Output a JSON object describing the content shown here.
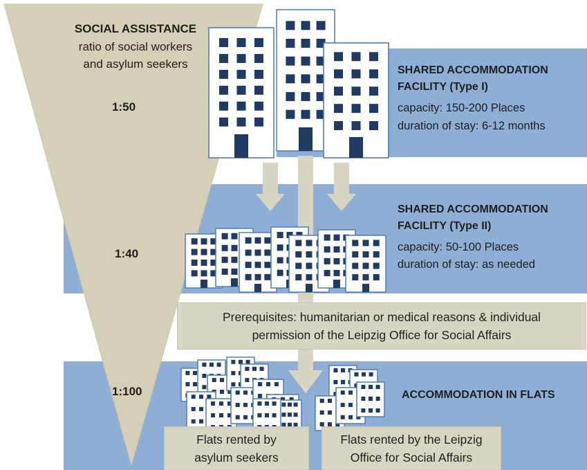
{
  "colors": {
    "band_blue": "#8eaed6",
    "beige": "#d9d5c3",
    "funnel": "#d4cfb6",
    "building_fill": "#ffffff",
    "building_stroke": "#4a7bbf",
    "window": "#1f3b63",
    "arrow": "#d9d5c3"
  },
  "funnel": {
    "title": "SOCIAL ASSISTANCE",
    "subtitle_lines": [
      "ratio of social workers",
      "and asylum seekers"
    ]
  },
  "levels": [
    {
      "ratio": "1:50",
      "title_lines": [
        "SHARED ACCOMMODATION",
        "FACILITY (Type I)"
      ],
      "detail_lines": [
        "capacity: 150-200 Places",
        "duration of stay: 6-12 months"
      ],
      "icon": "large-building-icon"
    },
    {
      "ratio": "1:40",
      "title_lines": [
        "SHARED ACCOMMODATION",
        "FACILITY (Type II)"
      ],
      "detail_lines": [
        "capacity: 50-100 Places",
        "duration of stay: as needed"
      ],
      "icon": "medium-buildings-icon"
    },
    {
      "ratio": "1:100",
      "title_lines": [
        "ACCOMMODATION IN FLATS"
      ],
      "detail_lines": [],
      "icon": "flat-buildings-icon"
    }
  ],
  "prerequisites": {
    "lines": [
      "Prerequisites: humanitarian or medical reasons & individual",
      "permission of the Leipzig Office for Social Affairs"
    ]
  },
  "flat_options": [
    {
      "lines": [
        "Flats rented by",
        "asylum seekers"
      ]
    },
    {
      "lines": [
        "Flats rented by the Leipzig",
        "Office for Social Affairs"
      ]
    }
  ]
}
